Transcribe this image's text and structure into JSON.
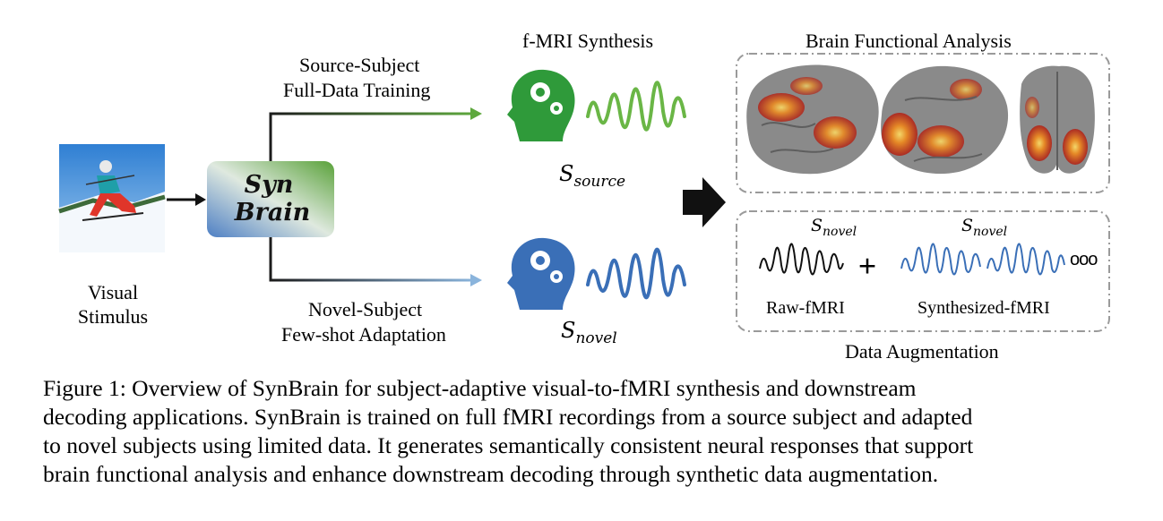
{
  "figure": {
    "input_label": [
      "Visual",
      "Stimulus"
    ],
    "model_label": [
      "Syn",
      "Brain"
    ],
    "top_branch_label": [
      "Source-Subject",
      "Full-Data Training"
    ],
    "bottom_branch_label": [
      "Novel-Subject",
      "Few-shot Adaptation"
    ],
    "synthesis_title": "f-MRI Synthesis",
    "s_source": {
      "base": "S",
      "sub": "source"
    },
    "s_novel": {
      "base": "S",
      "sub": "novel"
    },
    "analysis_title": "Brain Functional Analysis",
    "augmentation": {
      "s_novel_1": {
        "base": "S",
        "sub": "novel"
      },
      "s_novel_2": {
        "base": "S",
        "sub": "novel"
      },
      "raw_label": "Raw-fMRI",
      "plus": "+",
      "synth_label": "Synthesized-fMRI",
      "ellipsis": "ooo",
      "title": "Data Augmentation"
    },
    "colors": {
      "green": "#2f9a3a",
      "blue": "#3a6fb7",
      "dark": "#222222"
    }
  },
  "caption": [
    "Figure 1: Overview of SynBrain for subject-adaptive visual-to-fMRI synthesis and downstream",
    "decoding applications. SynBrain is trained on full fMRI recordings from a source subject and adapted",
    "to novel subjects using limited data. It generates semantically consistent neural responses that support",
    "brain functional analysis and enhance downstream decoding through synthetic data augmentation."
  ]
}
